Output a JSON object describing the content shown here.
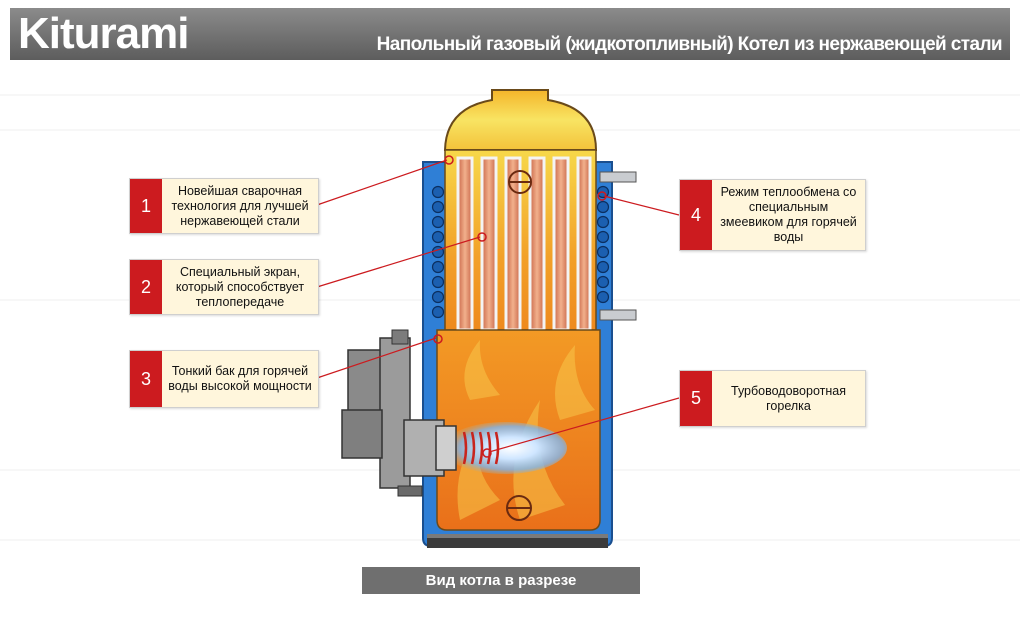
{
  "header": {
    "logo": "Kiturami",
    "title": "Напольный газовый (жидкотопливный) Котел  из нержавеющей  стали"
  },
  "callouts": [
    {
      "num": "1",
      "text": "Новейшая сварочная технология для лучшей нержавеющей стали"
    },
    {
      "num": "2",
      "text": "Специальный экран, который способствует теплопередаче"
    },
    {
      "num": "3",
      "text": "Тонкий бак для горячей воды высокой мощности"
    },
    {
      "num": "4",
      "text": "Режим теплообмена со специальным змеевиком для горячей воды"
    },
    {
      "num": "5",
      "text": "Турбоводоворотная горелка"
    }
  ],
  "caption": "Вид котла в разрезе",
  "colors": {
    "header": "#6f6f6f",
    "badge_red": "#cc1b1f",
    "callout_bg": "#fff6dc",
    "water_blue": "#2f7fd6",
    "flame_orange": "#f08a1c",
    "flame_yellow": "#f6e65a"
  }
}
